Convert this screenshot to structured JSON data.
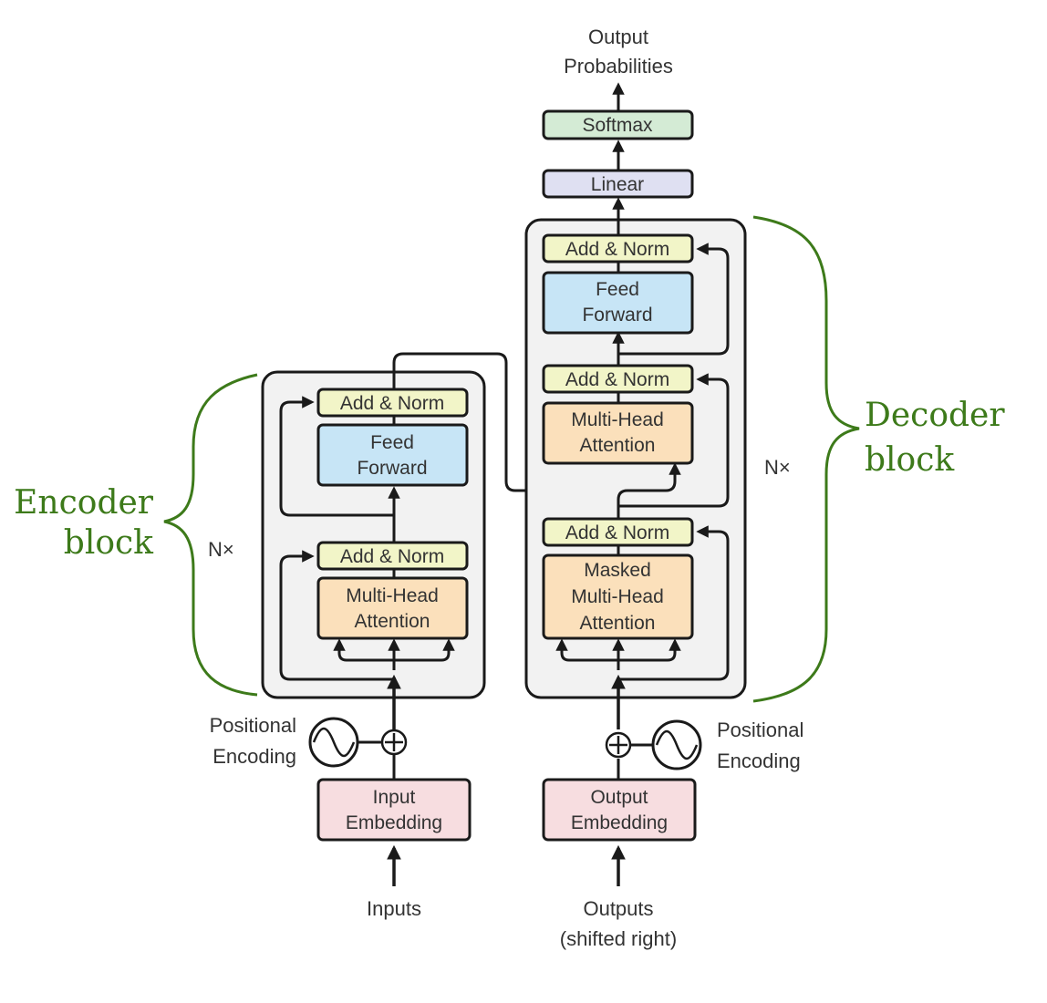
{
  "colors": {
    "stroke": "#1a1a1a",
    "block_bg": "#f2f2f2",
    "add_norm": "#f2f5c8",
    "feed_forward": "#c7e5f6",
    "attention": "#fbe0bb",
    "embedding": "#f7dde0",
    "linear": "#dfe0f2",
    "softmax": "#d4ebd5",
    "brace": "#3d7a1a",
    "text": "#333333"
  },
  "encoder": {
    "title_line1": "Encoder",
    "title_line2": "block",
    "repeat": "N×",
    "add_norm_top": "Add & Norm",
    "feed_forward_line1": "Feed",
    "feed_forward_line2": "Forward",
    "add_norm_bottom": "Add & Norm",
    "attention_line1": "Multi-Head",
    "attention_line2": "Attention",
    "positional_line1": "Positional",
    "positional_line2": "Encoding",
    "embedding_line1": "Input",
    "embedding_line2": "Embedding",
    "input_label": "Inputs"
  },
  "decoder": {
    "title_line1": "Decoder",
    "title_line2": "block",
    "repeat": "N×",
    "add_norm_top": "Add & Norm",
    "feed_forward_line1": "Feed",
    "feed_forward_line2": "Forward",
    "add_norm_middle": "Add & Norm",
    "cross_attention_line1": "Multi-Head",
    "cross_attention_line2": "Attention",
    "add_norm_bottom": "Add & Norm",
    "masked_attention_line1": "Masked",
    "masked_attention_line2": "Multi-Head",
    "masked_attention_line3": "Attention",
    "positional_line1": "Positional",
    "positional_line2": "Encoding",
    "embedding_line1": "Output",
    "embedding_line2": "Embedding",
    "input_line1": "Outputs",
    "input_line2": "(shifted right)"
  },
  "head": {
    "linear": "Linear",
    "softmax": "Softmax",
    "output_line1": "Output",
    "output_line2": "Probabilities"
  }
}
